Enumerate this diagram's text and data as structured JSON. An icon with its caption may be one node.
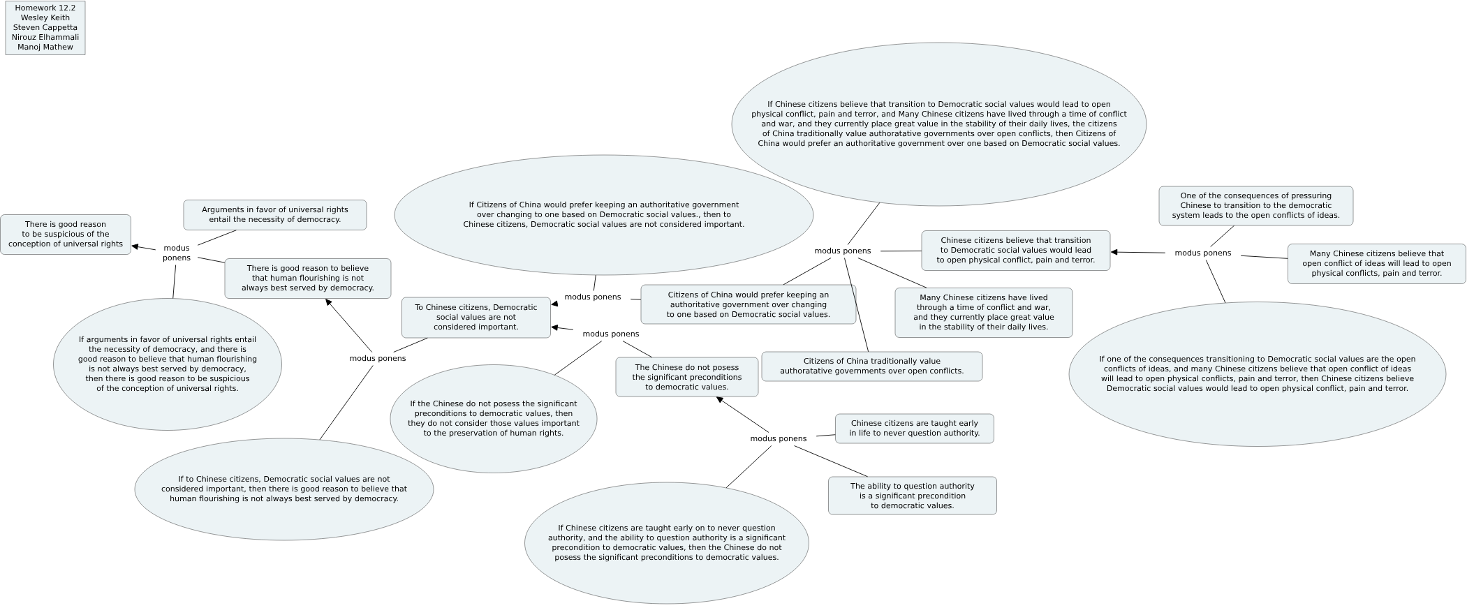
{
  "diagram": {
    "nodes": [
      {
        "text": [
          "Homework 12.2",
          "Wesley Keith",
          "Steven Cappetta",
          "Nirouz Elhammali",
          "Manoj Mathew"
        ]
      },
      {
        "text": [
          "If Chinese citizens believe that transition to Democratic social values would lead to open physical conflict, pain and terror, and Many Chinese citizens have lived through a time of conflict and war, and they currently place great value in the stability of their daily lives, the citizens of China traditionally value authoratative governments over open conflicts, then Citizens of China would prefer an authoritative government over one based on Democratic social values."
        ]
      },
      {
        "text": [
          "If Citizens of China would prefer keeping an authoritative government over changing to one based on Democratic social values., then to Chinese citizens, Democratic social values are not considered important."
        ]
      },
      {
        "text": [
          "One of the consequences of pressuring Chinese to transition to the democratic system leads to the open conflicts of ideas."
        ]
      },
      {
        "text": [
          "Arguments in favor of universal rights entail the necessity of democracy."
        ]
      },
      {
        "text": [
          "There is good reason to be suspicious of the conception of universal rights"
        ]
      },
      {
        "text": [
          "Chinese citizens believe that transition to Democratic social values would lead to open physical conflict, pain and terror."
        ]
      },
      {
        "text": [
          "modus ponens"
        ]
      },
      {
        "text": [
          "modus ponens"
        ]
      },
      {
        "text": [
          "modus ponens"
        ]
      },
      {
        "text": [
          "Many Chinese citizens believe that open conflict of ideas will lead to open physical conflicts, pain and terror."
        ]
      },
      {
        "text": [
          "There is good reason to believe that human flourishing is not always best served by democracy."
        ]
      },
      {
        "text": [
          "Citizens of China would prefer keeping an authoritative government over changing to one based on Democratic social values."
        ]
      },
      {
        "text": [
          "Many Chinese citizens have lived through a time of conflict and war, and they currently place great value in the stability of their daily lives."
        ]
      },
      {
        "text": [
          "modus ponens"
        ]
      },
      {
        "text": [
          "To Chinese citizens, Democratic social values are not considered important."
        ]
      },
      {
        "text": [
          "If arguments in favor of universal rights entail the necessity of democracy, and there is good reason to believe that human flourishing is not always best served by democracy, then there is good reason to be suspicious of the conception of universal rights."
        ]
      },
      {
        "text": [
          "If one of the consequences transitioning to Democratic social values are the open conflicts of ideas, and many Chinese citizens believe that open conflict of ideas will lead to open physical conflicts, pain and terror, then Chinese citizens believe Democratic social values would lead to open physical conflict, pain and terror."
        ]
      },
      {
        "text": [
          "modus ponens"
        ]
      },
      {
        "text": [
          "Citizens of China traditionally value authoratative governments over open conflicts."
        ]
      },
      {
        "text": [
          "The Chinese do not posess the significant preconditions to democratic values."
        ]
      },
      {
        "text": [
          "modus ponens"
        ]
      },
      {
        "text": [
          "If the Chinese do not posess the significant preconditions to democratic values, then they do not consider those values important to the preservation of human rights."
        ]
      },
      {
        "text": [
          "Chinese citizens are taught early in life to never question authority."
        ]
      },
      {
        "text": [
          "modus ponens"
        ]
      },
      {
        "text": [
          "If to Chinese citizens, Democratic social values are not considered important, then there is good reason to believe that human flourishing is not always best served by democracy."
        ]
      },
      {
        "text": [
          "The ability to question authority is a significant precondition to democratic values."
        ]
      },
      {
        "text": [
          "If Chinese citizens are taught early on to never question authority, and the ability to question authority is a significant precondition to democratic values, then the Chinese do not posess the significant preconditions to democratic values."
        ]
      }
    ],
    "edges": [
      {
        "from": 4,
        "to": 8,
        "arrow": "none"
      },
      {
        "from": 11,
        "to": 8,
        "arrow": "none"
      },
      {
        "from": 16,
        "to": 8,
        "arrow": "none"
      },
      {
        "from": 8,
        "to": 5,
        "arrow": "to"
      },
      {
        "from": 15,
        "to": 21,
        "arrow": "none"
      },
      {
        "from": 25,
        "to": 21,
        "arrow": "none"
      },
      {
        "from": 21,
        "to": 11,
        "arrow": "to"
      },
      {
        "from": 2,
        "to": 14,
        "arrow": "none"
      },
      {
        "from": 12,
        "to": 14,
        "arrow": "none"
      },
      {
        "from": 14,
        "to": 15,
        "arrow": "to"
      },
      {
        "from": 22,
        "to": 18,
        "arrow": "none"
      },
      {
        "from": 20,
        "to": 18,
        "arrow": "none"
      },
      {
        "from": 18,
        "to": 15,
        "arrow": "to"
      },
      {
        "from": 1,
        "to": 7,
        "arrow": "none"
      },
      {
        "from": 6,
        "to": 7,
        "arrow": "none"
      },
      {
        "from": 13,
        "to": 7,
        "arrow": "none"
      },
      {
        "from": 19,
        "to": 7,
        "arrow": "none"
      },
      {
        "from": 7,
        "to": 12,
        "arrow": "none"
      },
      {
        "from": 3,
        "to": 9,
        "arrow": "none"
      },
      {
        "from": 10,
        "to": 9,
        "arrow": "none"
      },
      {
        "from": 17,
        "to": 9,
        "arrow": "none"
      },
      {
        "from": 9,
        "to": 6,
        "arrow": "to"
      },
      {
        "from": 23,
        "to": 24,
        "arrow": "none"
      },
      {
        "from": 26,
        "to": 24,
        "arrow": "none"
      },
      {
        "from": 27,
        "to": 24,
        "arrow": "none"
      },
      {
        "from": 24,
        "to": 20,
        "arrow": "to"
      }
    ]
  }
}
